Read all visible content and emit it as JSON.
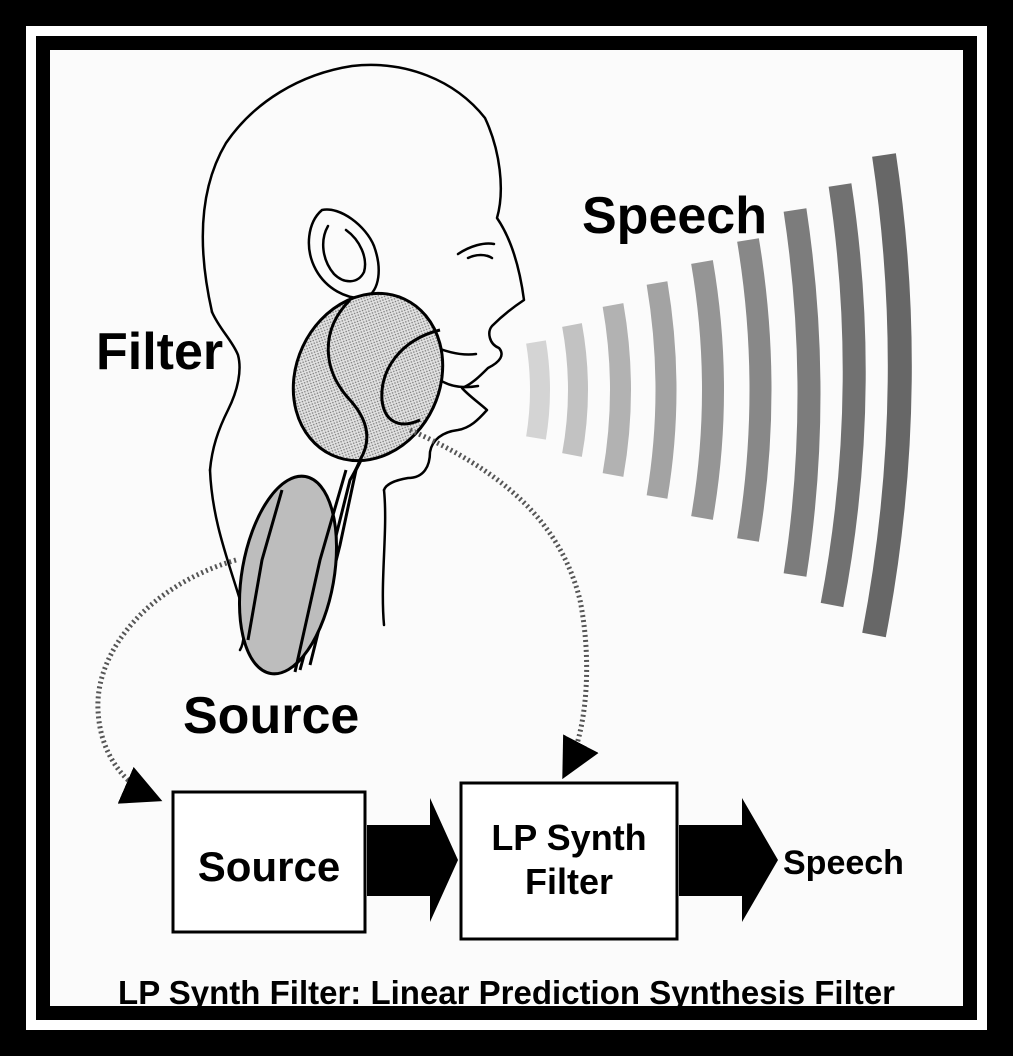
{
  "labels": {
    "speech_top": "Speech",
    "filter": "Filter",
    "source": "Source"
  },
  "blocks": {
    "source_box": "Source",
    "lp_line1": "LP Synth",
    "lp_line2": "Filter",
    "output": "Speech"
  },
  "caption": "LP Synth Filter: Linear Prediction Synthesis Filter",
  "colors": {
    "frame": "#000000",
    "background": "#fbfbfb",
    "source_ellipse": "#bdbdbd",
    "filter_ellipse": "#d6d6d6"
  },
  "icons": [
    "head-profile-icon",
    "sound-wave-icon",
    "arrow-icon"
  ]
}
